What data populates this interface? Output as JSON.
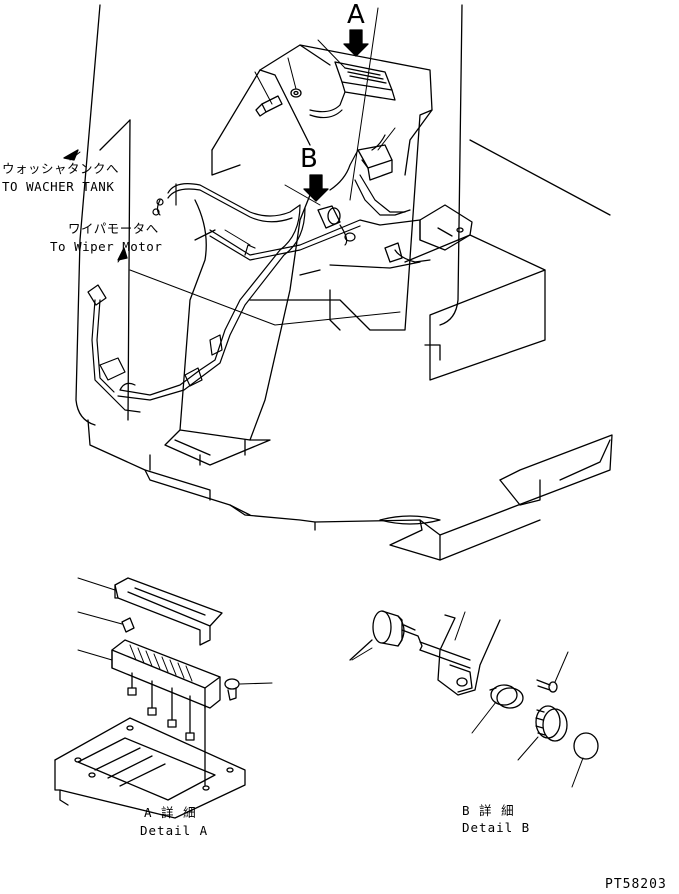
{
  "callouts": {
    "view_a": "A",
    "view_b": "B"
  },
  "notes": {
    "washer_tank_jp": "ウォッシャタンクへ",
    "washer_tank_en": "TO WACHER TANK",
    "wiper_motor_jp": "ワイパモータへ",
    "wiper_motor_en": "To Wiper Motor"
  },
  "details": {
    "a_jp": "A 詳 細",
    "a_en": "Detail A",
    "b_jp": "B 詳 細",
    "b_en": "Detail B"
  },
  "drawing_code": "PT58203"
}
